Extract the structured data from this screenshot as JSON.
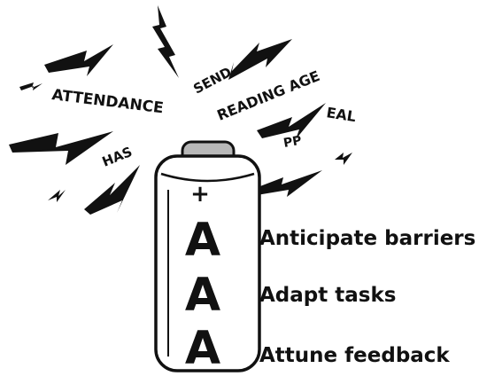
{
  "labels": {
    "attendance": "ATTENDANCE",
    "send": "SEND",
    "reading_age": "READING AGE",
    "eal": "EAL",
    "has": "HAS",
    "pp": "PP"
  },
  "battery": {
    "plus_sign": "+",
    "letters": [
      "A",
      "A",
      "A"
    ]
  },
  "strategies": [
    "Anticipate barriers",
    "Adapt tasks",
    "Attune feedback"
  ],
  "colors": {
    "ink": "#111111",
    "cap_fill": "#b8b8b8",
    "background": "#ffffff"
  }
}
